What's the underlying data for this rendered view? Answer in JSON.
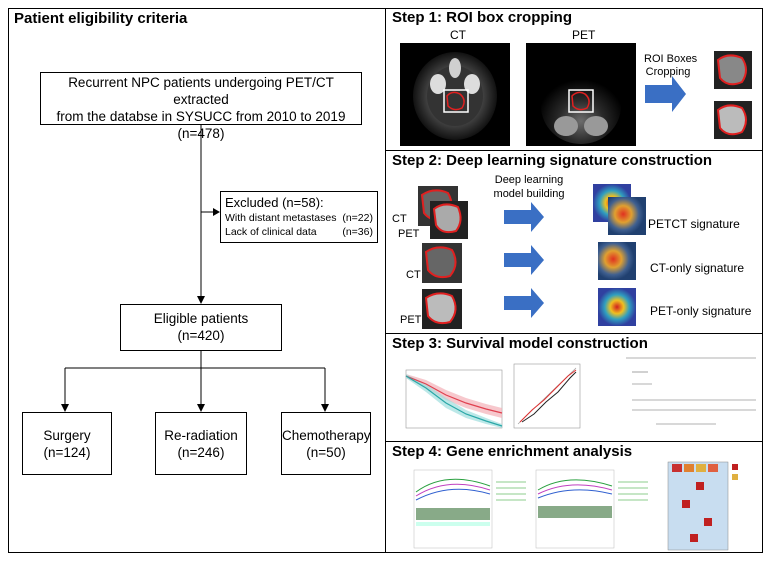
{
  "left": {
    "title": "Patient eligibility criteria",
    "source_box": {
      "line1": "Recurrent NPC patients undergoing PET/CT extracted",
      "line2": "from the databse in SYSUCC from 2010 to 2019",
      "line3": "(n=478)"
    },
    "excluded": {
      "title": "Excluded (n=58):",
      "rows": [
        {
          "label": "With distant metastases",
          "count": "(n=22)"
        },
        {
          "label": "Lack of clinical data",
          "count": "(n=36)"
        }
      ]
    },
    "eligible": {
      "line1": "Eligible patients",
      "line2": "(n=420)"
    },
    "groups": [
      {
        "name": "Surgery",
        "count": "(n=124)"
      },
      {
        "name": "Re-radiation",
        "count": "(n=246)"
      },
      {
        "name": "Chemotherapy",
        "count": "(n=50)"
      }
    ]
  },
  "step1": {
    "title": "Step 1: ROI box cropping",
    "ct_label": "CT",
    "pet_label": "PET",
    "arrow_label_1": "ROI Boxes",
    "arrow_label_2": "Cropping"
  },
  "step2": {
    "title": "Step 2: Deep learning signature construction",
    "model_label_1": "Deep learning",
    "model_label_2": "model building",
    "rows": [
      {
        "left_label_1": "CT",
        "left_label_2": "PET",
        "signature": "PETCT signature"
      },
      {
        "left_label_1": "CT",
        "signature": "CT-only signature"
      },
      {
        "left_label_1": "PET",
        "signature": "PET-only signature"
      }
    ]
  },
  "step3": {
    "title": "Step 3: Survival model construction"
  },
  "step4": {
    "title": "Step 4: Gene enrichment analysis"
  },
  "colors": {
    "arrow_blue": "#3a6fc4",
    "roi_red": "#e02020",
    "km_red": "#e0404f",
    "km_teal": "#2aa7a7"
  }
}
